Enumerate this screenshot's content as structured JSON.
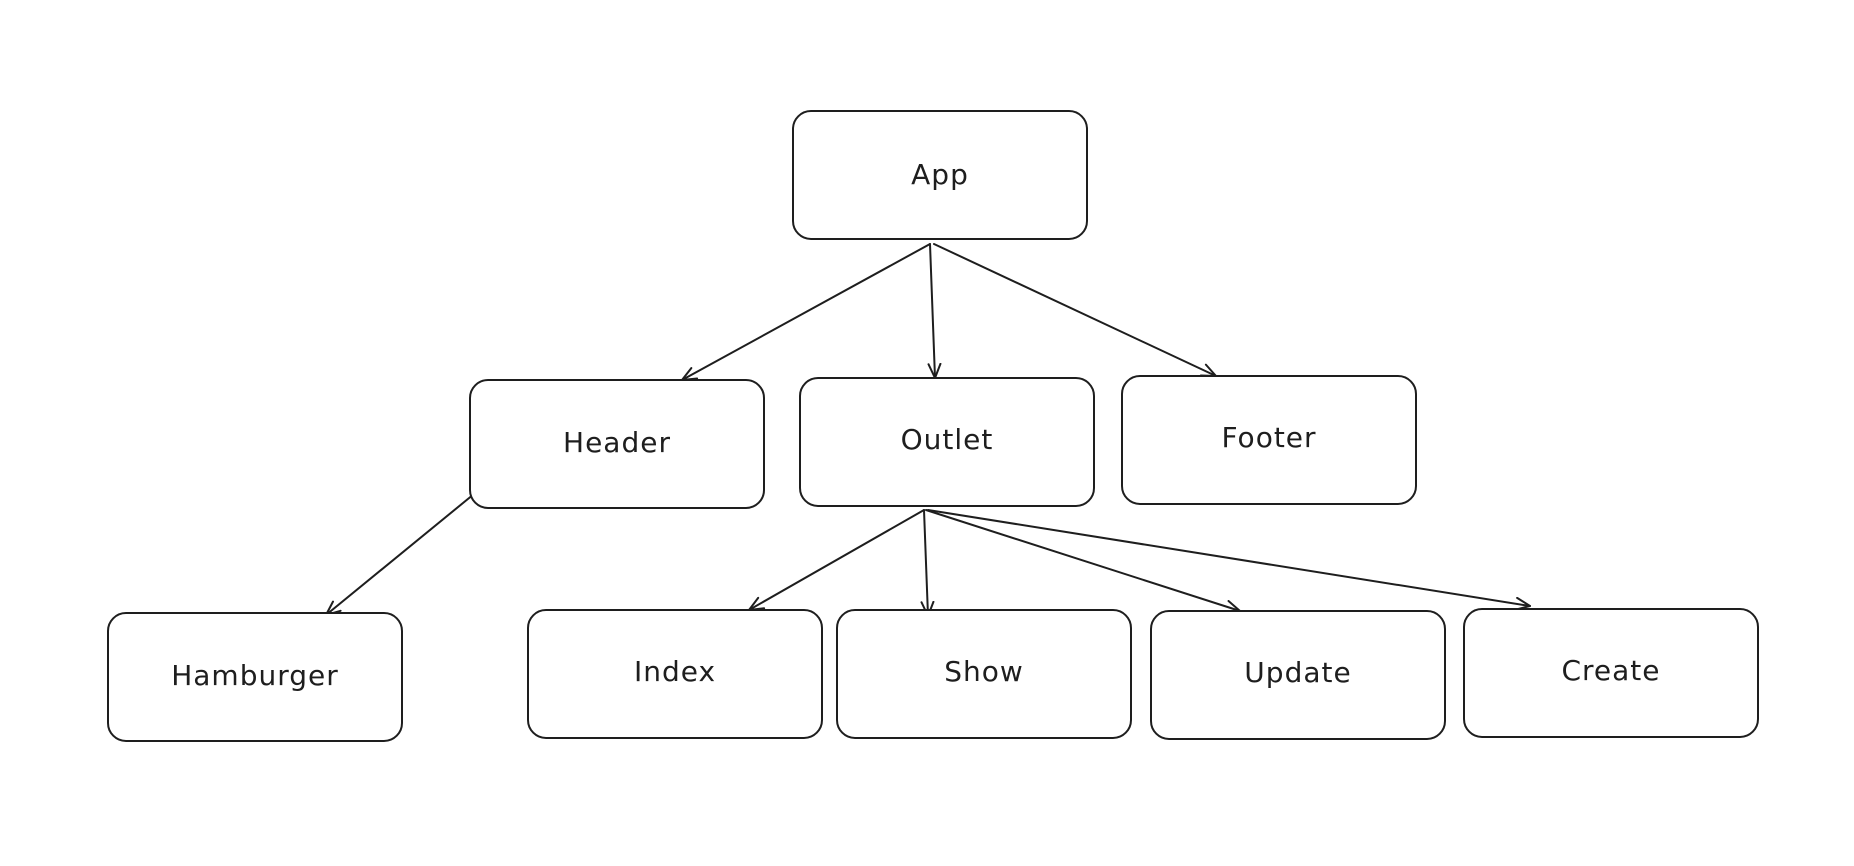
{
  "diagram": {
    "nodes": [
      {
        "id": "app",
        "label": "App"
      },
      {
        "id": "header",
        "label": "Header"
      },
      {
        "id": "outlet",
        "label": "Outlet"
      },
      {
        "id": "footer",
        "label": "Footer"
      },
      {
        "id": "hamburger",
        "label": "Hamburger"
      },
      {
        "id": "index",
        "label": "Index"
      },
      {
        "id": "show",
        "label": "Show"
      },
      {
        "id": "update",
        "label": "Update"
      },
      {
        "id": "create",
        "label": "Create"
      }
    ],
    "edges": [
      {
        "from": "app",
        "to": "header"
      },
      {
        "from": "app",
        "to": "outlet"
      },
      {
        "from": "app",
        "to": "footer"
      },
      {
        "from": "header",
        "to": "hamburger"
      },
      {
        "from": "outlet",
        "to": "index"
      },
      {
        "from": "outlet",
        "to": "show"
      },
      {
        "from": "outlet",
        "to": "update"
      },
      {
        "from": "outlet",
        "to": "create"
      }
    ]
  }
}
